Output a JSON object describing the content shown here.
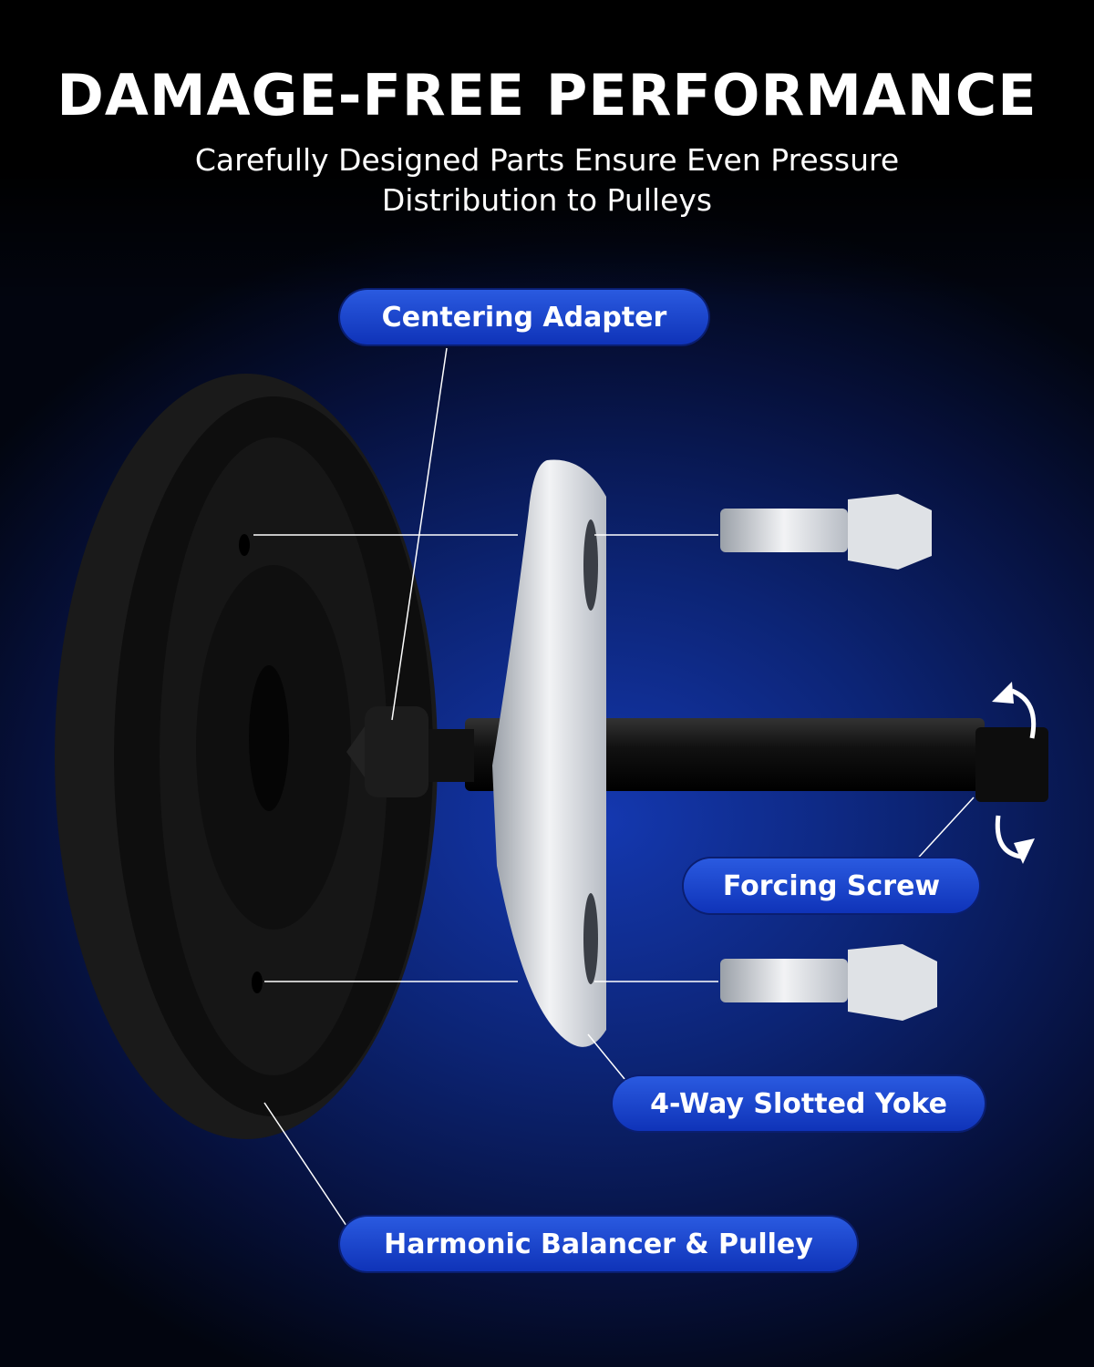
{
  "header": {
    "title": "DAMAGE-FREE PERFORMANCE",
    "subtitle_line1": "Carefully Designed Parts Ensure Even Pressure",
    "subtitle_line2": "Distribution to Pulleys"
  },
  "labels": {
    "centering_adapter": "Centering Adapter",
    "forcing_screw": "Forcing Screw",
    "slotted_yoke": "4-Way Slotted Yoke",
    "balancer": "Harmonic Balancer & Pulley"
  },
  "colors": {
    "pill": "#1d47d0",
    "background": "#0c2475"
  }
}
